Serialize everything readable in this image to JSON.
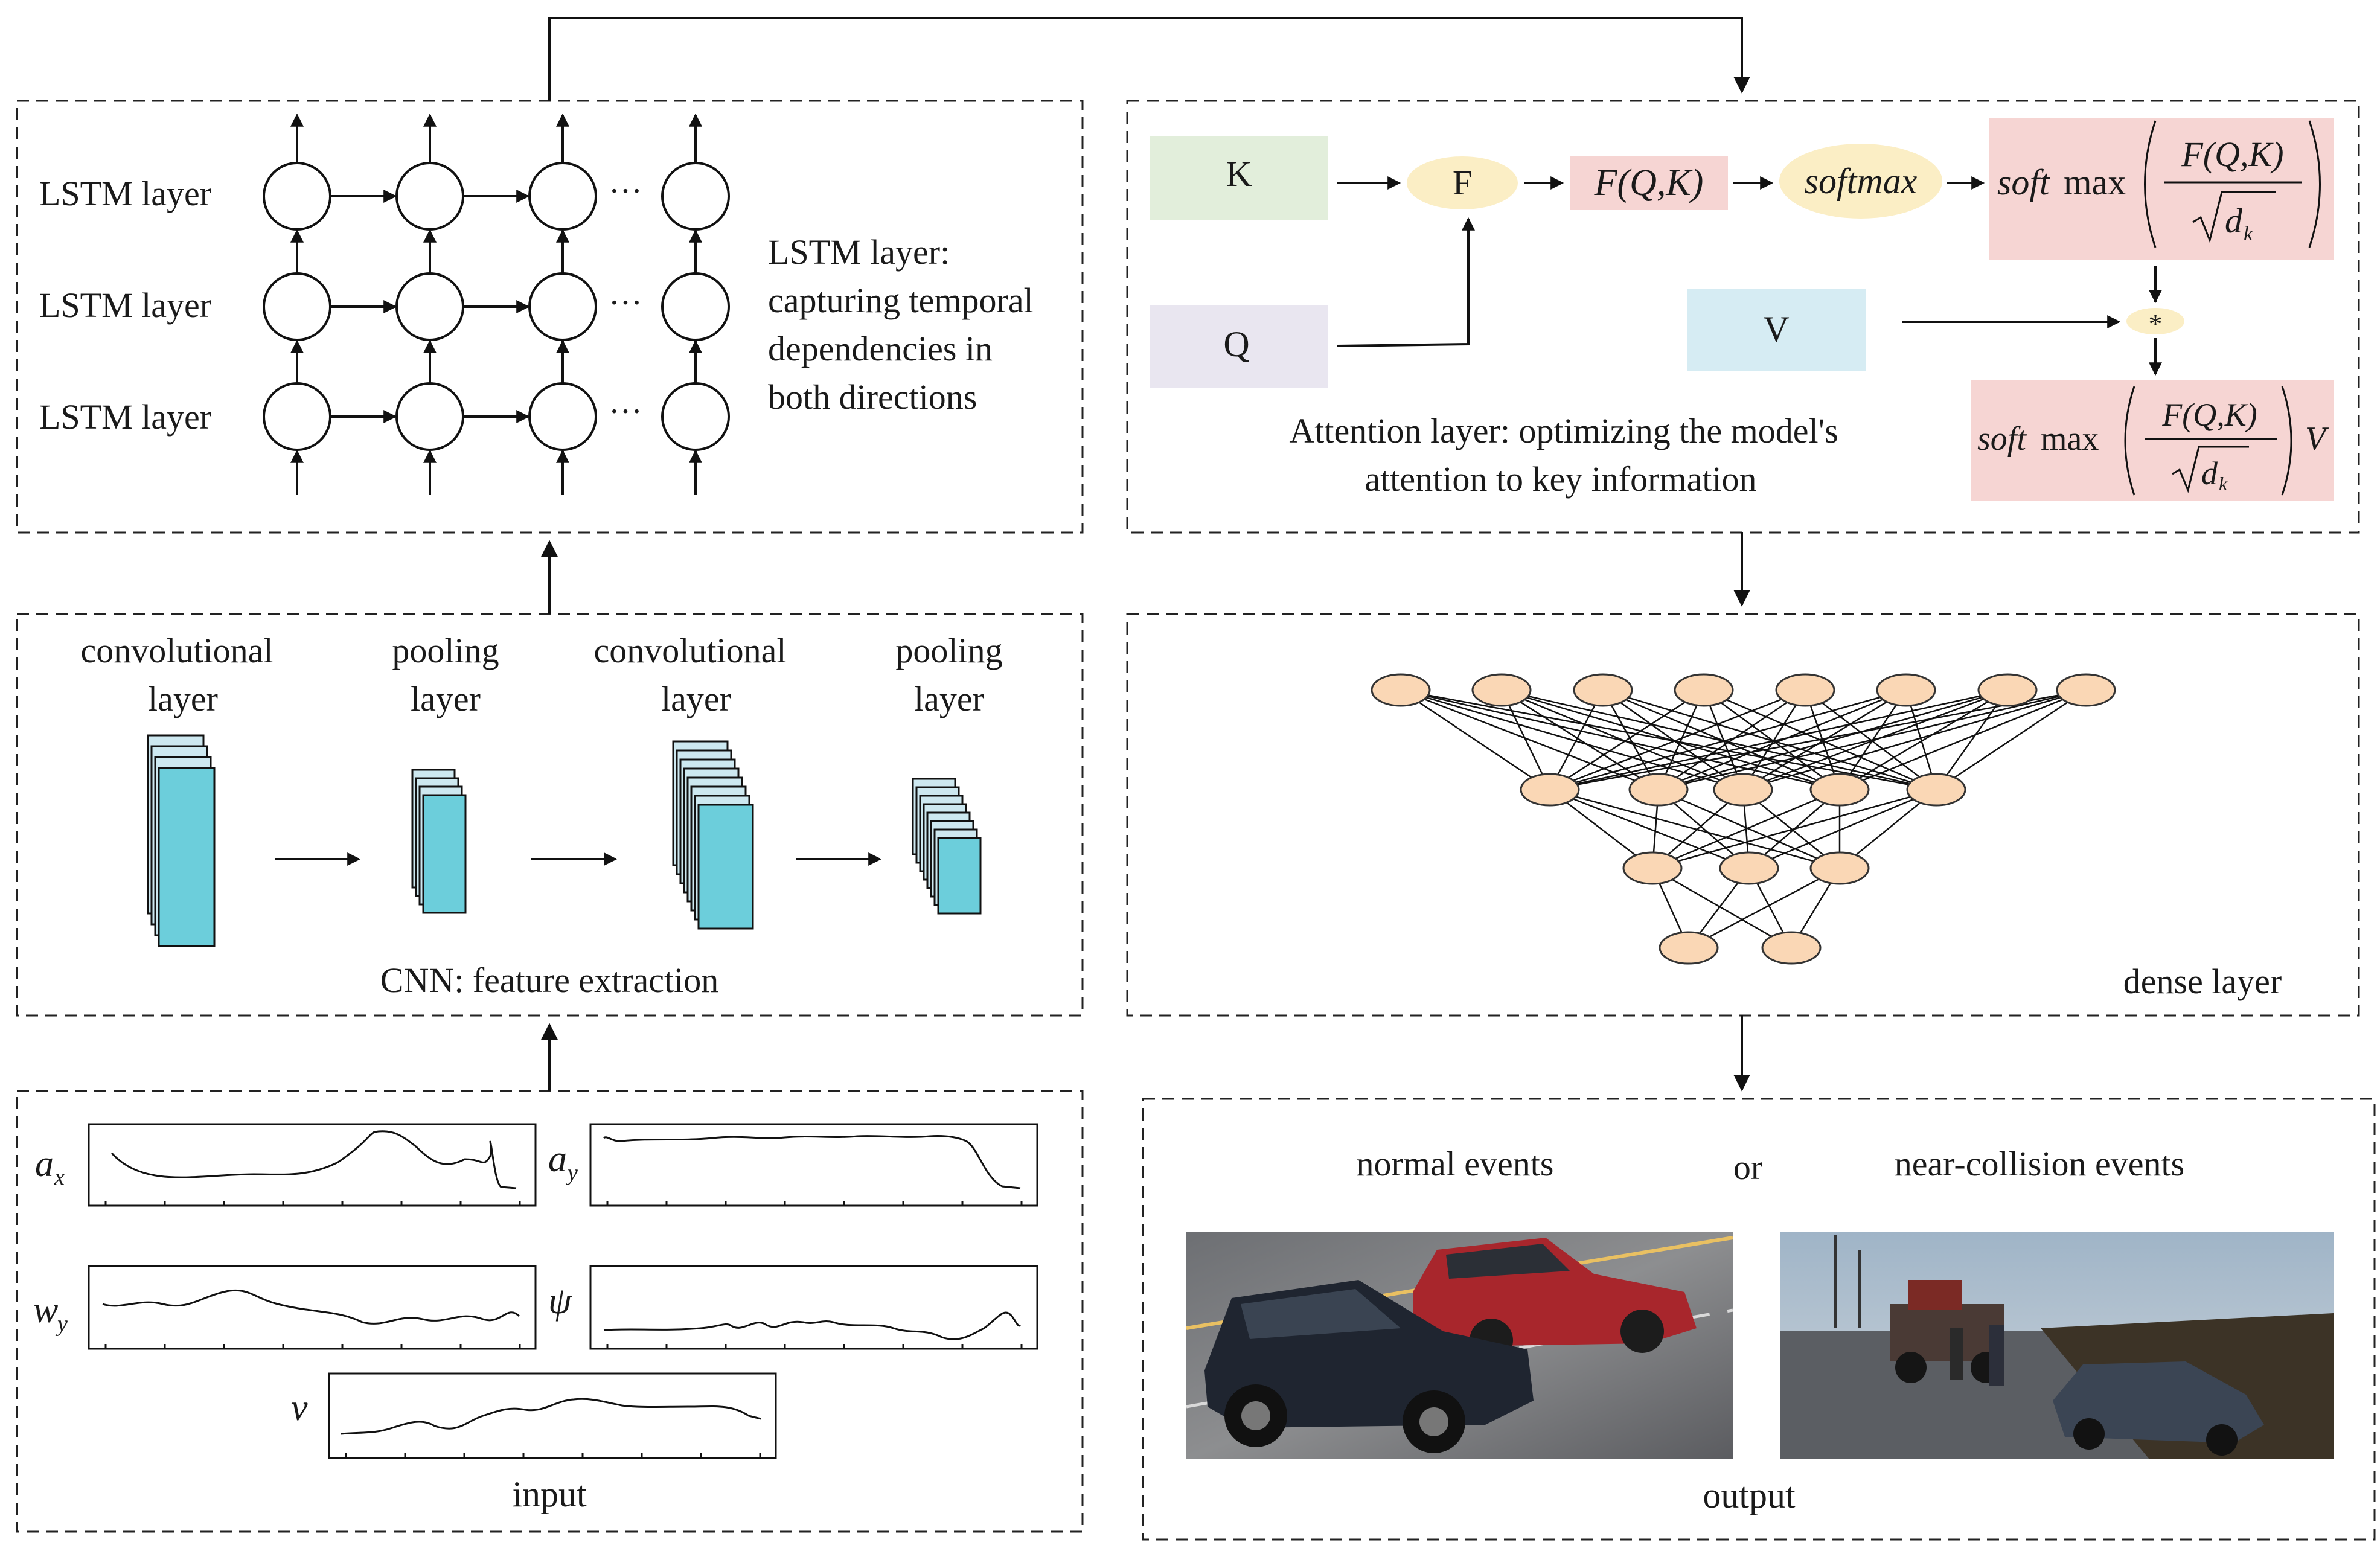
{
  "colors": {
    "k_box": "#e2eedb",
    "q_box": "#e9e6f0",
    "v_box": "#d6ecf3",
    "pink_box": "#f6d5d3",
    "yellow_ellipse": "#fbeec5",
    "dense_node": "#fad7b5",
    "feature_map": "#6ccedb",
    "feature_map_back": "#cde8f0"
  },
  "lstm": {
    "row_labels": [
      "LSTM layer",
      "LSTM layer",
      "LSTM layer"
    ],
    "ellipsis": "···",
    "description": [
      "LSTM layer:",
      "capturing temporal",
      "dependencies in",
      "both directions"
    ]
  },
  "attention": {
    "k": "K",
    "q": "Q",
    "v": "V",
    "f": "F",
    "fqk": "F(Q,K)",
    "softmax": "softmax",
    "mult": "*",
    "formula1": {
      "soft": "soft",
      "max": "max",
      "num": "F(Q,K)",
      "den_d": "d",
      "den_k": "k"
    },
    "formula2": {
      "soft": "soft",
      "max": "max",
      "num": "F(Q,K)",
      "den_d": "d",
      "den_k": "k",
      "v": "V"
    },
    "description": [
      "Attention layer: optimizing the model's",
      "attention   to key information"
    ]
  },
  "cnn": {
    "labels": [
      [
        "convolutional",
        "layer"
      ],
      [
        "pooling",
        "layer"
      ],
      [
        "convolutional",
        "layer"
      ],
      [
        "pooling",
        "layer"
      ]
    ],
    "description": "CNN: feature extraction"
  },
  "dense": {
    "label": "dense layer",
    "layer_sizes": [
      8,
      5,
      3,
      2
    ]
  },
  "input": {
    "label": "input",
    "signals": [
      {
        "base": "a",
        "sub": "x"
      },
      {
        "base": "a",
        "sub": "y"
      },
      {
        "base": "w",
        "sub": "y"
      },
      {
        "base": "ψ",
        "sub": ""
      },
      {
        "base": "v",
        "sub": ""
      }
    ]
  },
  "output": {
    "label": "output",
    "left": "normal events",
    "or": "or",
    "right": "near-collision events",
    "left_image": "photo of two cars driving on a road",
    "right_image": "photo of a roadside crash scene with a tow truck"
  }
}
